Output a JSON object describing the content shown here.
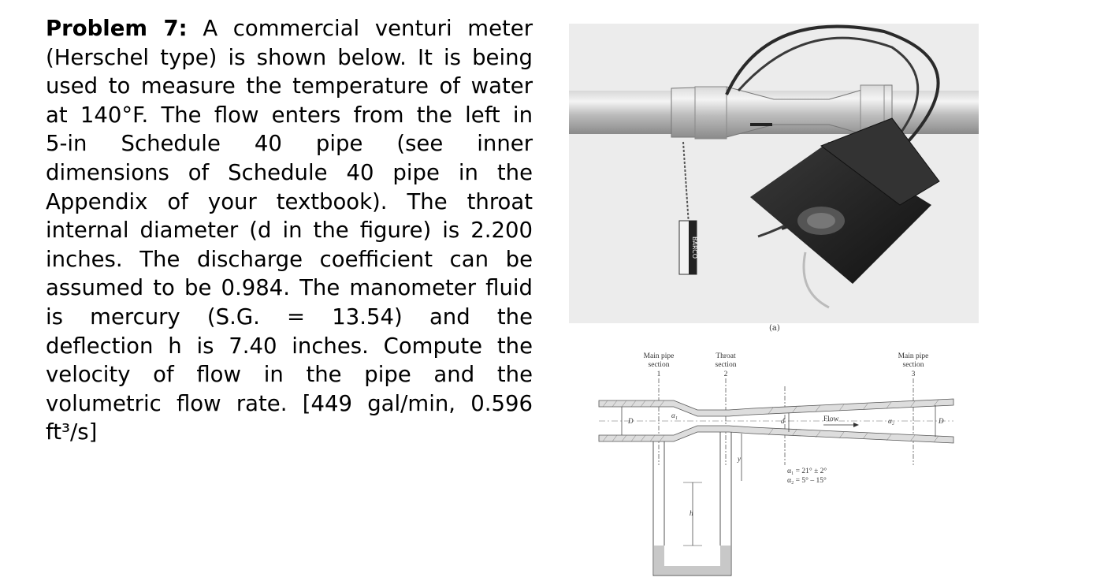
{
  "problem": {
    "label": "Problem 7:",
    "lines": [
      " A commercial venturi meter",
      "(Herschel type) is shown below. It is being",
      "used to measure the temperature of water",
      "at 140°F. The flow enters from the left in",
      "5-in   Schedule   40   pipe   (see   inner",
      "dimensions of Schedule 40 pipe in the",
      "Appendix of your textbook). The throat",
      "internal diameter (d in the figure) is 2.200",
      "inches. The discharge coefficient can be",
      "assumed to be 0.984. The manometer fluid",
      "is  mercury  (S.G.  =  13.54)  and  the",
      "deflection h is 7.40 inches. Compute the",
      "velocity of flow in the pipe and the",
      "volumetric flow rate. [449 gal/min, 0.596",
      "ft³/s]"
    ]
  },
  "figure_a": {
    "caption": "(a)",
    "tag_text": "BARCO"
  },
  "diagram": {
    "main_pipe_left": [
      "Main pipe",
      "section",
      "1"
    ],
    "throat": [
      "Throat",
      "section",
      "2"
    ],
    "main_pipe_right": [
      "Main pipe",
      "section",
      "3"
    ],
    "flow_label": "Flow",
    "d_left": "D",
    "d_right": "D",
    "throat_d": "d",
    "alpha1": "α₁",
    "alpha2": "α₂",
    "y_label": "y",
    "h_label": "h",
    "angle1": "α₁ = 21° ± 2°",
    "angle2": "α₂ = 5° – 15°"
  }
}
